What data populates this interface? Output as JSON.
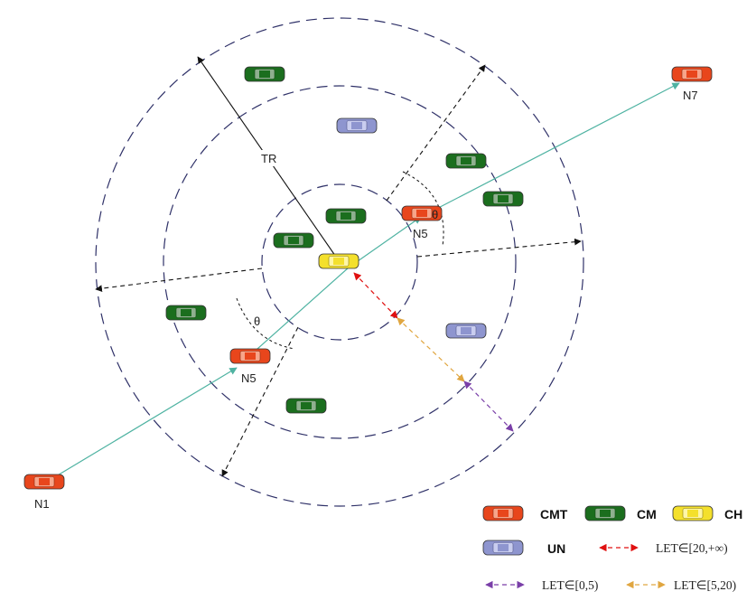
{
  "labels": {
    "tr": "TR",
    "n1": "N1",
    "n5_lower": "N5",
    "n5_upper": "N5",
    "n7": "N7",
    "theta_lower": "θ",
    "theta_upper": "θ"
  },
  "legend": {
    "cmt": "CMT",
    "cm": "CM",
    "ch": "CH",
    "un": "UN",
    "let_red": "LET∈[20,+∞)",
    "let_purple": "LET∈[0,5)",
    "let_gold": "LET∈[5,20)"
  },
  "colors": {
    "cmt": "#e8461c",
    "cm": "#1b6e1e",
    "ch": "#f4e02c",
    "un": "#8e95cf",
    "trajectory": "#4fb3a2",
    "let_red": "#e01010",
    "let_gold": "#e0a640",
    "let_purple": "#7a3fa8",
    "ring": "#2f3168"
  }
}
